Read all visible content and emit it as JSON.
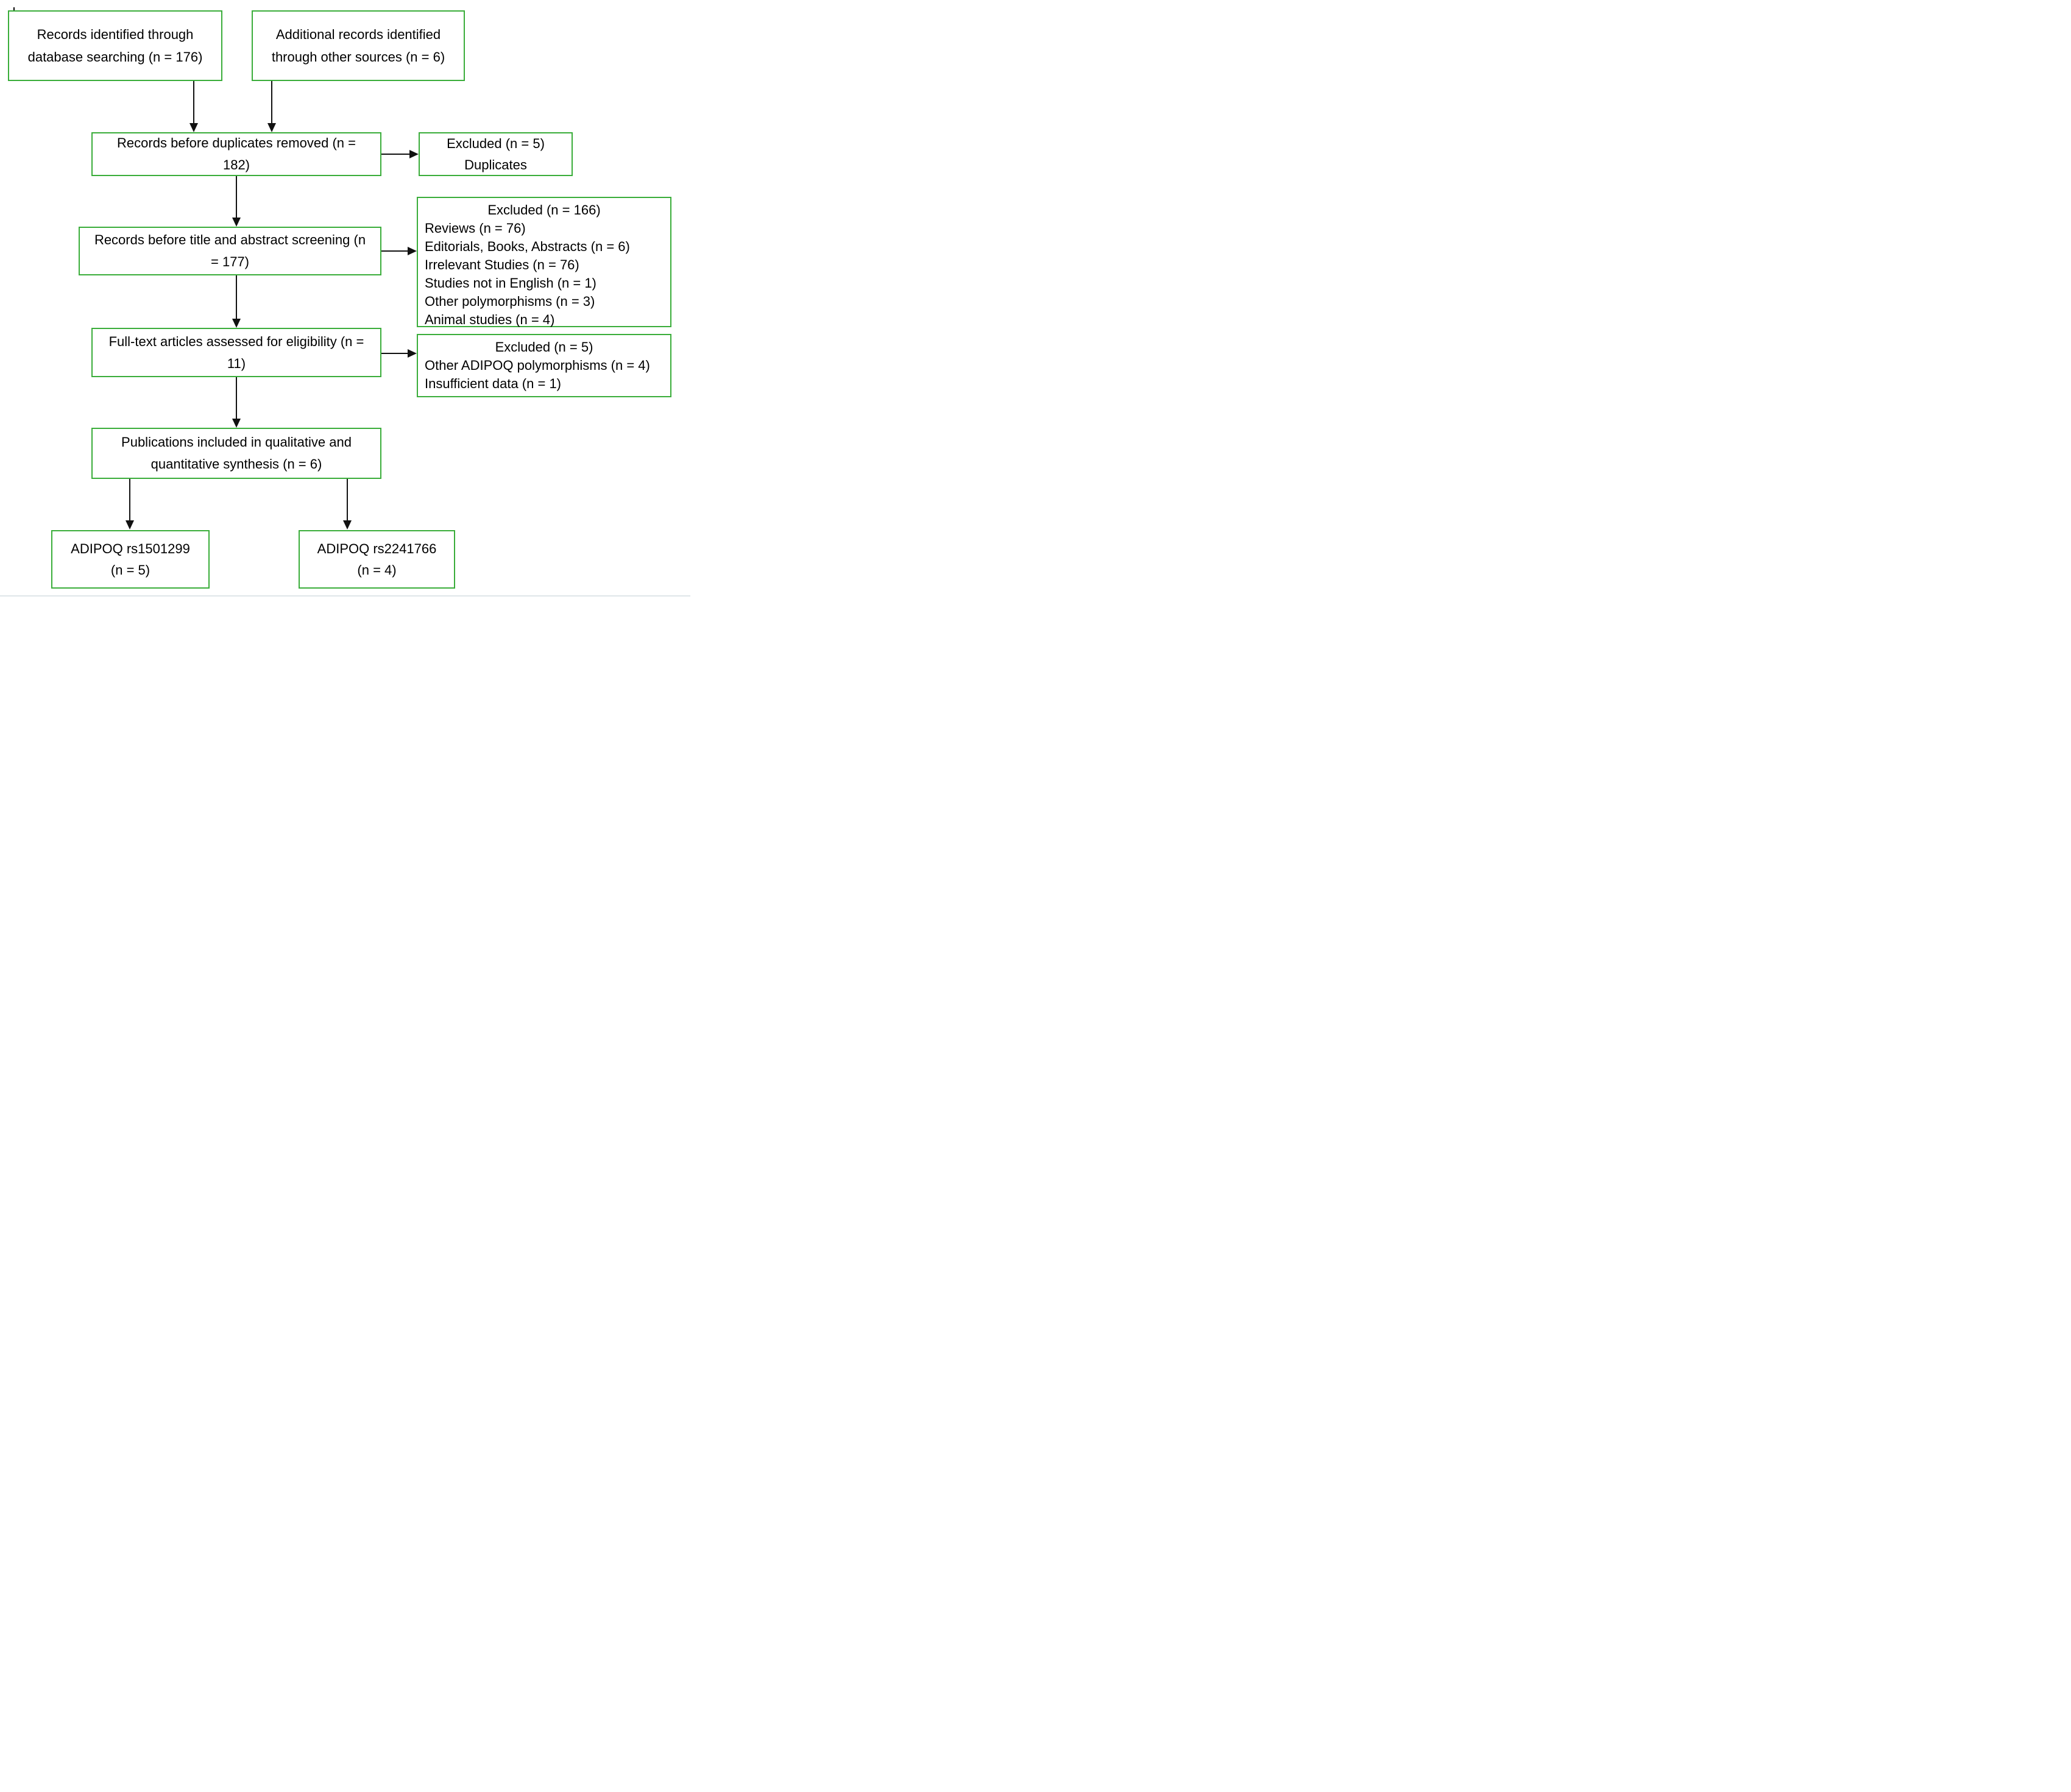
{
  "diagram": {
    "type": "prisma-flowchart",
    "colors": {
      "box_border_green": "#3aad3a",
      "arrow_black": "#111111",
      "background": "#ffffff"
    },
    "boxes": {
      "identified_db": {
        "label": "Records identified through database searching (n = 176)"
      },
      "identified_other": {
        "label": "Additional records identified through other sources (n = 6)"
      },
      "before_duplicates": {
        "label": "Records before duplicates removed (n = 182)"
      },
      "excluded_duplicates": {
        "title": "Excluded (n = 5)",
        "subtitle": "Duplicates"
      },
      "before_screening": {
        "label": "Records before title and abstract screening (n = 177)"
      },
      "excluded_screening": {
        "title": "Excluded (n = 166)",
        "items": [
          "Reviews (n = 76)",
          "Editorials, Books, Abstracts (n = 6)",
          "Irrelevant Studies (n = 76)",
          "Studies not in English (n = 1)",
          "Other polymorphisms (n = 3)",
          "Animal studies (n = 4)"
        ]
      },
      "fulltext": {
        "label": "Full-text articles assessed for eligibility (n = 11)"
      },
      "excluded_fulltext": {
        "title": "Excluded (n = 5)",
        "items": [
          "Other ADIPOQ polymorphisms (n = 4)",
          "Insufficient data (n = 1)"
        ]
      },
      "included": {
        "label": "Publications included in qualitative and quantitative synthesis (n = 6)"
      },
      "snp1": {
        "line1": "ADIPOQ rs1501299",
        "line2": "(n = 5)"
      },
      "snp2": {
        "line1": "ADIPOQ rs2241766",
        "line2": "(n = 4)"
      }
    }
  }
}
